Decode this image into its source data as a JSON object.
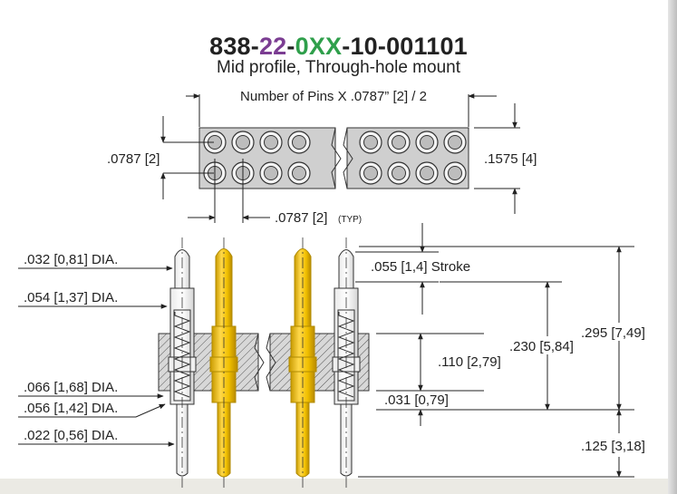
{
  "title": {
    "part_prefix": "838-",
    "part_series": "22",
    "part_dash1": "-",
    "part_pins": "0XX",
    "part_suffix": "-10-001101",
    "subtitle": "Mid profile, Through-hole mount"
  },
  "top_view": {
    "width_label": "Number of Pins X .0787” [2] / 2",
    "row_pitch_label": ".0787 [2]",
    "height_label": ".1575 [4]",
    "col_pitch_label": ".0787 [2]",
    "typ_label": "(TYP)"
  },
  "side_view": {
    "tip_dia": ".032 [0,81] DIA.",
    "barrel_dia": ".054 [1,37] DIA.",
    "collar_dia": ".066 [1,68] DIA.",
    "lower_dia": ".056 [1,42] DIA.",
    "tail_dia": ".022 [0,56] DIA.",
    "stroke": ".055 [1,4] Stroke",
    "insulator_height": ".110 [2,79]",
    "standoff": ".031 [0,79]",
    "above_board": ".230 [5,84]",
    "overall": ".295 [7,49]",
    "tail_length": ".125 [3,18]"
  },
  "colors": {
    "purple": "#7b3d92",
    "green": "#2f9f4b",
    "gold": "#f3c200",
    "gold_dark": "#b08a00",
    "insulator": "#d6d6d6",
    "line": "#222222"
  }
}
